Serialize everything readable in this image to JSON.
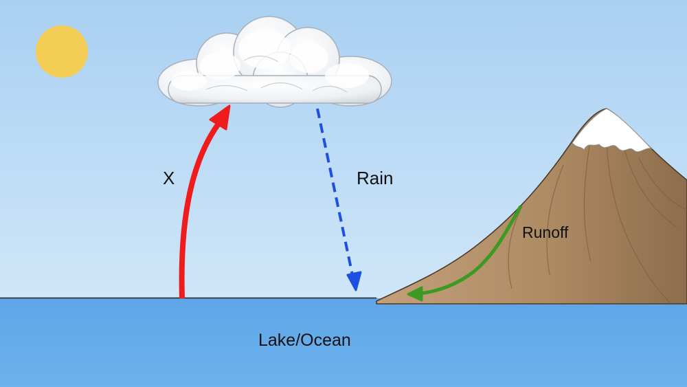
{
  "labels": {
    "evaporation": "X",
    "precipitation": "Rain",
    "runoff": "Runoff",
    "water_body": "Lake/Ocean"
  },
  "colors": {
    "sky_top": "#a9d0f2",
    "sky_bottom": "#c9e3f7",
    "water": "#63aaea",
    "sun": "#f4cd55",
    "evaporation_arrow": "#ee1c1c",
    "rain_arrow": "#1d4fe0",
    "runoff_arrow": "#3c9a23",
    "mountain": "#b08f68",
    "snow": "#ffffff",
    "shoreline": "#222222"
  },
  "icons": [
    "sun-icon",
    "cloud-icon",
    "mountain-icon"
  ]
}
